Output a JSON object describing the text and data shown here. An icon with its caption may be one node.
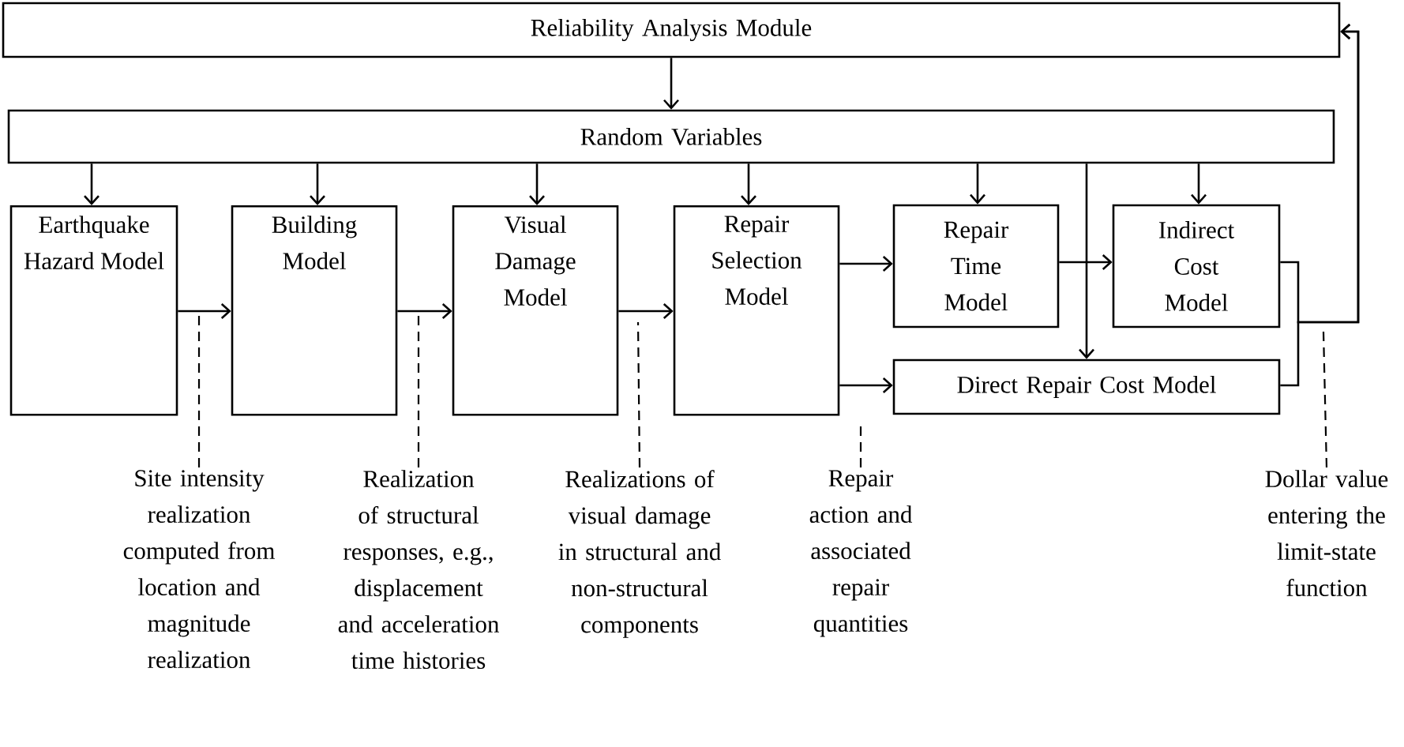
{
  "diagram": {
    "nodes": [
      {
        "text": [
          "Reliability Analysis Module"
        ]
      },
      {
        "text": [
          "Random Variables"
        ]
      },
      {
        "text": [
          "Earthquake Hazard Model"
        ]
      },
      {
        "text": [
          "Building Model"
        ]
      },
      {
        "text": [
          "Visual Damage Model"
        ]
      },
      {
        "text": [
          "Repair Selection Model"
        ]
      },
      {
        "text": [
          "Repair Time Model"
        ]
      },
      {
        "text": [
          "Indirect Cost Model"
        ]
      },
      {
        "text": [
          "Direct Repair Cost Model"
        ]
      },
      {
        "text": [
          "Site intensity realization computed from location and magnitude realization"
        ]
      },
      {
        "text": [
          "Realization of structural responses, e.g., displacement and acceleration time histories"
        ]
      },
      {
        "text": [
          "Realizations of visual damage in structural and non-structural components"
        ]
      },
      {
        "text": [
          "Repair action and associated repair quantities"
        ]
      },
      {
        "text": [
          "Dollar value entering the limit-state function"
        ]
      }
    ],
    "edges": [
      {
        "from": 0,
        "to": 1,
        "arrow": "to"
      },
      {
        "from": 1,
        "to": 2,
        "arrow": "to"
      },
      {
        "from": 1,
        "to": 3,
        "arrow": "to"
      },
      {
        "from": 1,
        "to": 4,
        "arrow": "to"
      },
      {
        "from": 1,
        "to": 5,
        "arrow": "to"
      },
      {
        "from": 1,
        "to": 6,
        "arrow": "to"
      },
      {
        "from": 1,
        "to": 7,
        "arrow": "to"
      },
      {
        "from": 1,
        "to": 8,
        "arrow": "to"
      },
      {
        "from": 2,
        "to": 3,
        "arrow": "to"
      },
      {
        "from": 3,
        "to": 4,
        "arrow": "to"
      },
      {
        "from": 4,
        "to": 5,
        "arrow": "to"
      },
      {
        "from": 5,
        "to": 6,
        "arrow": "to"
      },
      {
        "from": 5,
        "to": 8,
        "arrow": "to"
      },
      {
        "from": 6,
        "to": 7,
        "arrow": "to"
      },
      {
        "from": 7,
        "to": 0,
        "arrow": "to"
      },
      {
        "from": 8,
        "to": 0,
        "arrow": "to"
      },
      {
        "from": 9,
        "to": null,
        "arrow": "none",
        "style": "dashed"
      },
      {
        "from": 10,
        "to": null,
        "arrow": "none",
        "style": "dashed"
      },
      {
        "from": 11,
        "to": null,
        "arrow": "none",
        "style": "dashed"
      },
      {
        "from": 12,
        "to": null,
        "arrow": "none",
        "style": "dashed"
      },
      {
        "from": 13,
        "to": null,
        "arrow": "none",
        "style": "dashed"
      }
    ]
  }
}
